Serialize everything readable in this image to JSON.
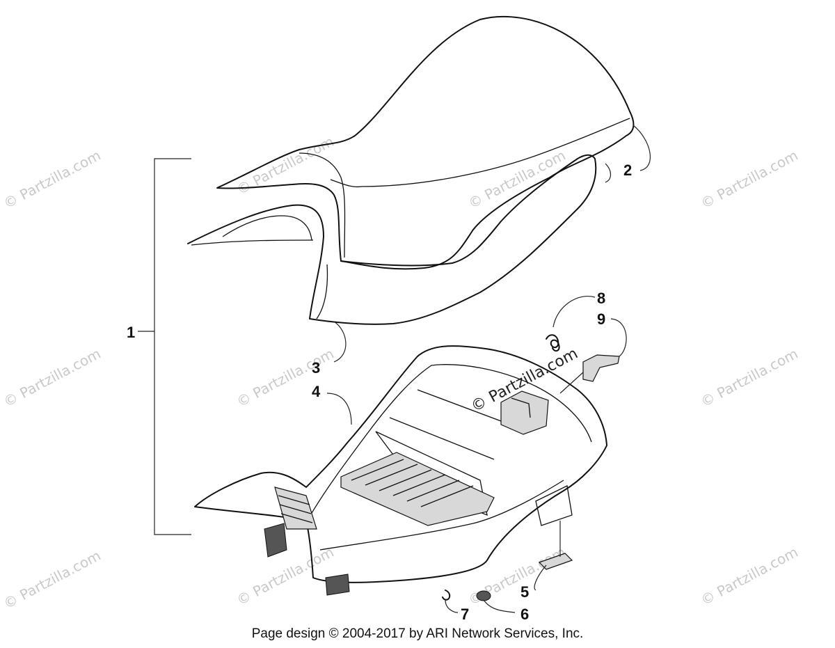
{
  "callouts": [
    "1",
    "2",
    "3",
    "4",
    "5",
    "6",
    "7",
    "8",
    "9"
  ],
  "watermark": {
    "text": "© Partzilla.com",
    "center_text": "© Partzilla.com"
  },
  "footer": "Page design © 2004-2017 by ARI Network Services, Inc."
}
